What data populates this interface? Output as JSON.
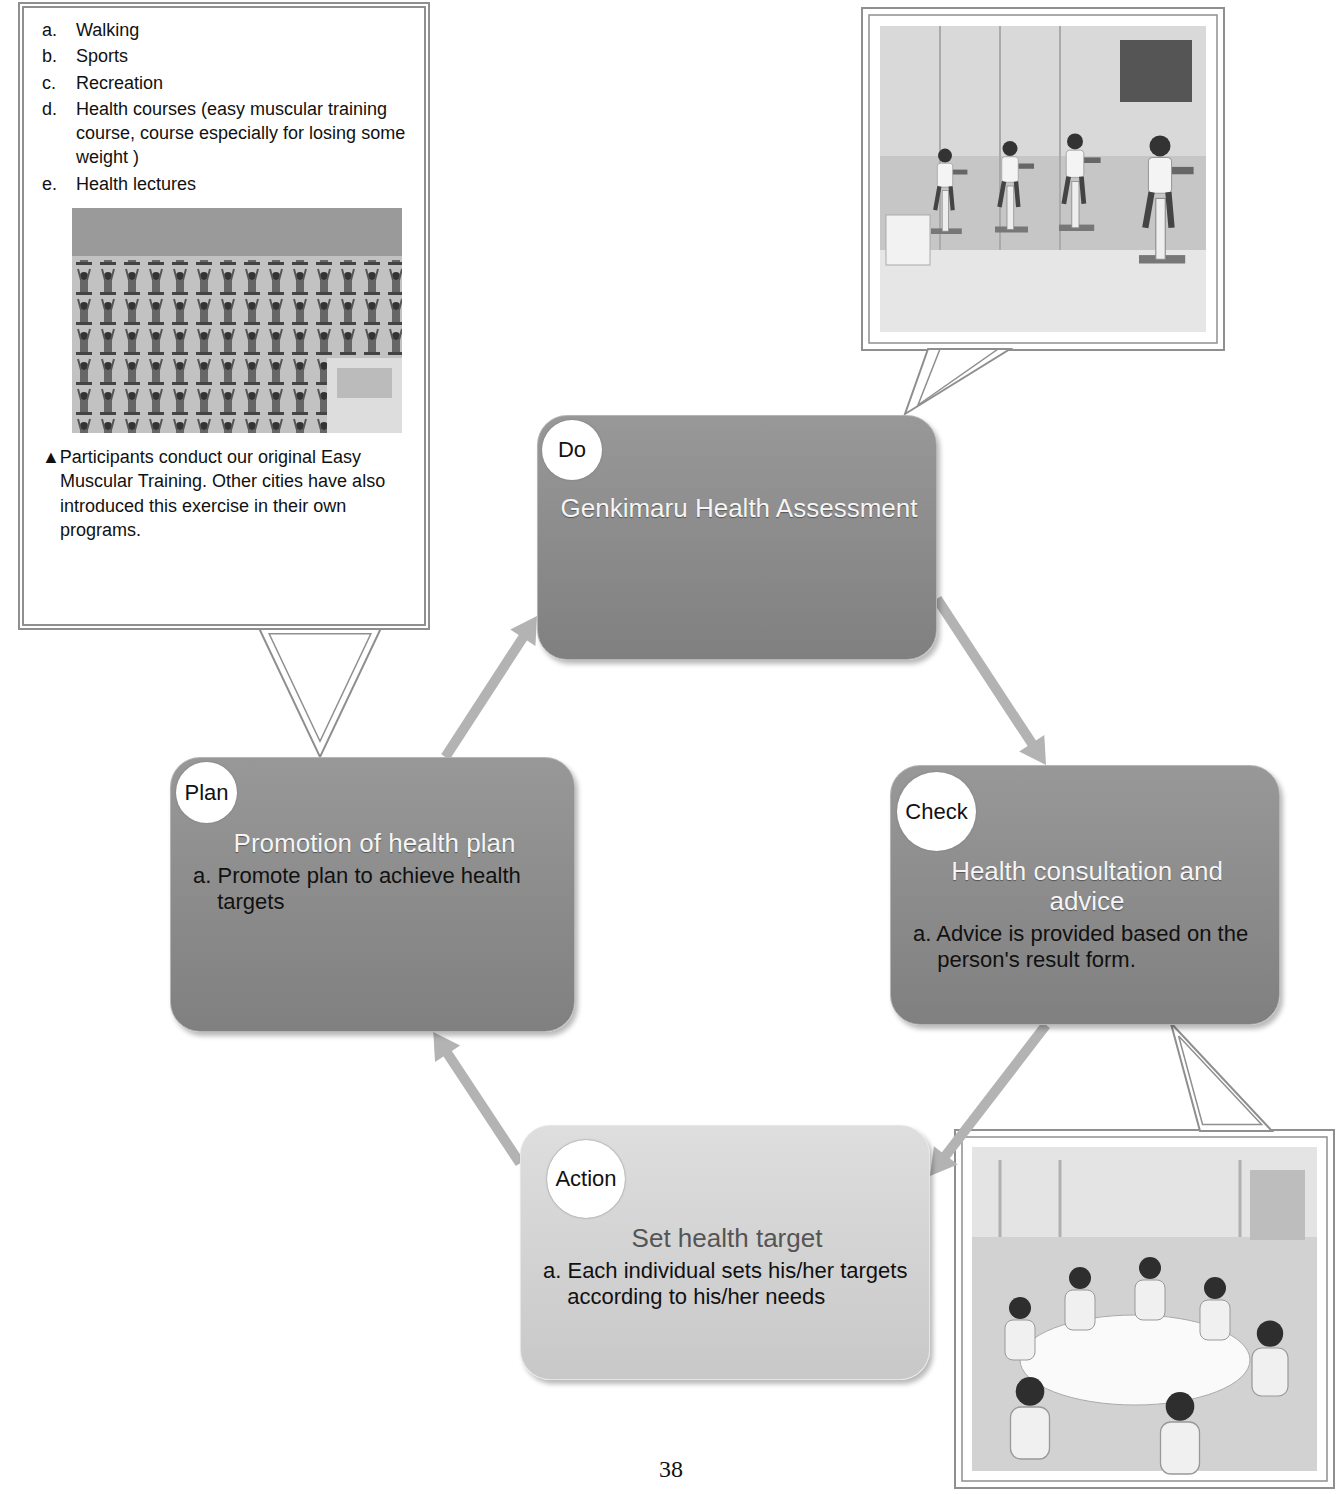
{
  "diagram": {
    "nodes": [
      {
        "text": [
          "a.",
          "Walking",
          "b.",
          "Sports",
          "c.",
          "Recreation",
          "d.",
          "Health courses (easy muscular training course, course especially for losing some weight )",
          "e.",
          "Health lectures",
          "▲Participants conduct our original Easy Muscular Training. Other cities have also introduced this exercise in their own programs."
        ]
      },
      {
        "text": [
          "Genkimaru Health Assessment"
        ]
      },
      {
        "text": [
          "Do"
        ],
        "in": 1
      },
      {
        "text": [
          "Promotion of health plan",
          "a. Promote plan to achieve health targets"
        ]
      },
      {
        "text": [
          "Plan"
        ],
        "in": 3
      },
      {
        "text": [
          "Health consultation and advice",
          "a. Advice is provided based on the person's result form."
        ]
      },
      {
        "text": [
          "Check"
        ],
        "in": 5
      },
      {
        "text": [
          "Set health target",
          "a. Each individual sets his/her targets according to his/her needs"
        ]
      },
      {
        "text": [
          "Action"
        ],
        "in": 7
      }
    ],
    "edges": [
      {
        "from": 3,
        "to": 1,
        "arrow": "to"
      },
      {
        "from": 1,
        "to": 5,
        "arrow": "to"
      },
      {
        "from": 5,
        "to": 7,
        "arrow": "to"
      },
      {
        "from": 7,
        "to": 3,
        "arrow": "to"
      }
    ],
    "labels": [
      "38"
    ]
  }
}
